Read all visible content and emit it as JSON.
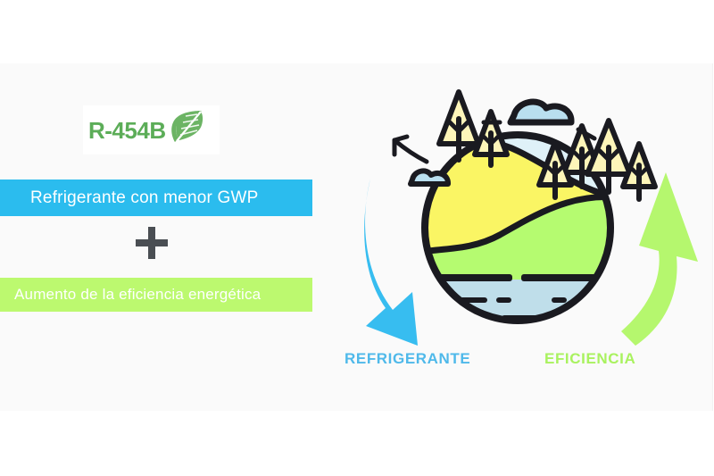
{
  "page": {
    "background": "#ffffff",
    "canvas_background": "#fafafa"
  },
  "logo": {
    "text": "R-454B",
    "icon": "leaf-icon",
    "color": "#5cad58",
    "background": "#ffffff"
  },
  "benefits": [
    {
      "label": "Refrigerante con menor GWP",
      "color": "#2bbcee",
      "text_color": "#ffffff"
    },
    {
      "label": "Aumento de la eficiencia energética",
      "color": "#bcf96f",
      "text_color": "#ffffff"
    }
  ],
  "operator": {
    "symbol": "+",
    "color": "#4a4e53"
  },
  "illustration": {
    "name": "earth-globe-illustration",
    "colors": {
      "outline": "#1a1a20",
      "land_yellow": "#faf564",
      "land_green": "#b5fb70",
      "water": "#bfdeea",
      "sky": "#dff1f8",
      "tree_fill": "#fdf5b9",
      "cloud_fill": "#b9dfef",
      "arrow_blue": "#37bdf0",
      "arrow_green": "#b5f76e"
    },
    "arrows": [
      {
        "name": "refrigerant-arrow",
        "direction": "down",
        "color": "#37bdf0"
      },
      {
        "name": "efficiency-arrow",
        "direction": "up",
        "color": "#b5f76e"
      }
    ]
  },
  "captions": [
    {
      "label": "REFRIGERANTE",
      "color": "#4fb9ea"
    },
    {
      "label": "EFICIENCIA",
      "color": "#a9f25f"
    }
  ]
}
